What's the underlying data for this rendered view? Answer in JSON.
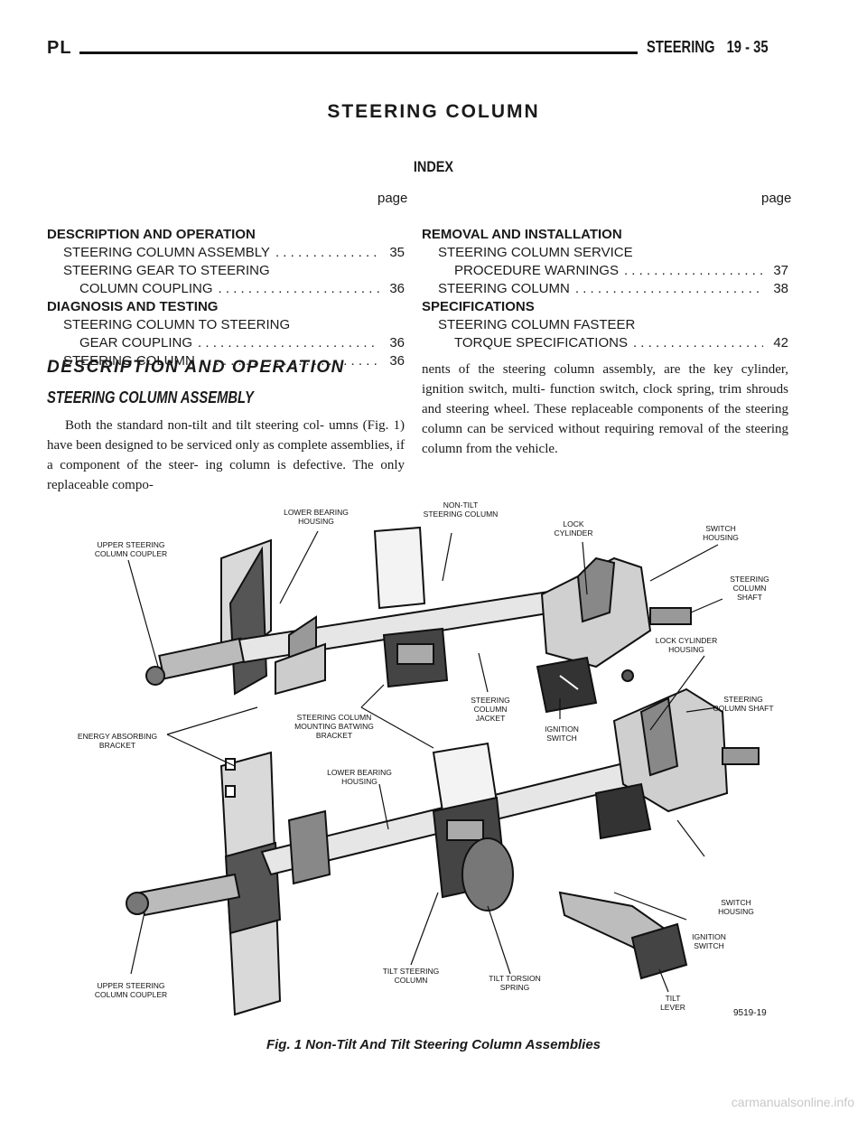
{
  "header": {
    "manual": "PL",
    "section": "STEERING",
    "page_number": "19 - 35"
  },
  "title": "STEERING COLUMN",
  "index": {
    "title": "INDEX",
    "page_label": "page",
    "left": {
      "sec1": "DESCRIPTION AND OPERATION",
      "item1": "STEERING COLUMN ASSEMBLY",
      "item1_page": "35",
      "item2a": "STEERING GEAR TO STEERING",
      "item2b": "COLUMN COUPLING",
      "item2_page": "36",
      "sec2": "DIAGNOSIS AND TESTING",
      "item3a": "STEERING COLUMN TO STEERING",
      "item3b": "GEAR COUPLING",
      "item3_page": "36",
      "item4": "STEERING COLUMN",
      "item4_page": "36"
    },
    "right": {
      "sec1": "REMOVAL AND INSTALLATION",
      "item1a": "STEERING COLUMN SERVICE",
      "item1b": "PROCEDURE WARNINGS",
      "item1_page": "37",
      "item2": "STEERING COLUMN",
      "item2_page": "38",
      "sec2": "SPECIFICATIONS",
      "item3a": "STEERING COLUMN FASTEER",
      "item3b": "TORQUE SPECIFICATIONS",
      "item3_page": "42"
    }
  },
  "section_heading": "DESCRIPTION AND OPERATION",
  "subheading": "STEERING COLUMN ASSEMBLY",
  "paragraph_left": "Both the standard non-tilt and tilt steering col- umns (Fig. 1) have been designed to be serviced only as complete assemblies, if a component of the steer- ing column is defective. The only replaceable compo-",
  "paragraph_right": "nents of the steering column assembly, are the key cylinder, ignition switch, multi- function switch, clock spring, trim shrouds and steering wheel. These replaceable components of the steering column can be serviced without requiring removal of the steering column from the vehicle.",
  "figure": {
    "callouts": {
      "upper_coupler_top_1": "UPPER STEERING",
      "upper_coupler_top_2": "COLUMN COUPLER",
      "lower_bearing_top_1": "LOWER BEARING",
      "lower_bearing_top_2": "HOUSING",
      "non_tilt_1": "NON-TILT",
      "non_tilt_2": "STEERING COLUMN",
      "lock_cyl_1": "LOCK",
      "lock_cyl_2": "CYLINDER",
      "switch_housing_top_1": "SWITCH",
      "switch_housing_top_2": "HOUSING",
      "shaft_top_1": "STEERING",
      "shaft_top_2": "COLUMN",
      "shaft_top_3": "SHAFT",
      "lock_cyl_housing_1": "LOCK CYLINDER",
      "lock_cyl_housing_2": "HOUSING",
      "jacket_1": "STEERING",
      "jacket_2": "COLUMN",
      "jacket_3": "JACKET",
      "ignition_top_1": "IGNITION",
      "ignition_top_2": "SWITCH",
      "shaft_bottom_1": "STEERING",
      "shaft_bottom_2": "COLUMN SHAFT",
      "energy_1": "ENERGY ABSORBING",
      "energy_2": "BRACKET",
      "batwing_1": "STEERING COLUMN",
      "batwing_2": "MOUNTING BATWING",
      "batwing_3": "BRACKET",
      "lower_bearing_bottom_1": "LOWER BEARING",
      "lower_bearing_bottom_2": "HOUSING",
      "switch_housing_bottom_1": "SWITCH",
      "switch_housing_bottom_2": "HOUSING",
      "ignition_bottom_1": "IGNITION",
      "ignition_bottom_2": "SWITCH",
      "upper_coupler_bottom_1": "UPPER STEERING",
      "upper_coupler_bottom_2": "COLUMN COUPLER",
      "tilt_col_1": "TILT STEERING",
      "tilt_col_2": "COLUMN",
      "torsion_1": "TILT TORSION",
      "torsion_2": "SPRING",
      "tilt_lever_1": "TILT",
      "tilt_lever_2": "LEVER",
      "fig_id": "9519-19"
    }
  },
  "caption": "Fig. 1 Non-Tilt And Tilt Steering Column Assemblies",
  "watermark": "carmanualsonline.info"
}
